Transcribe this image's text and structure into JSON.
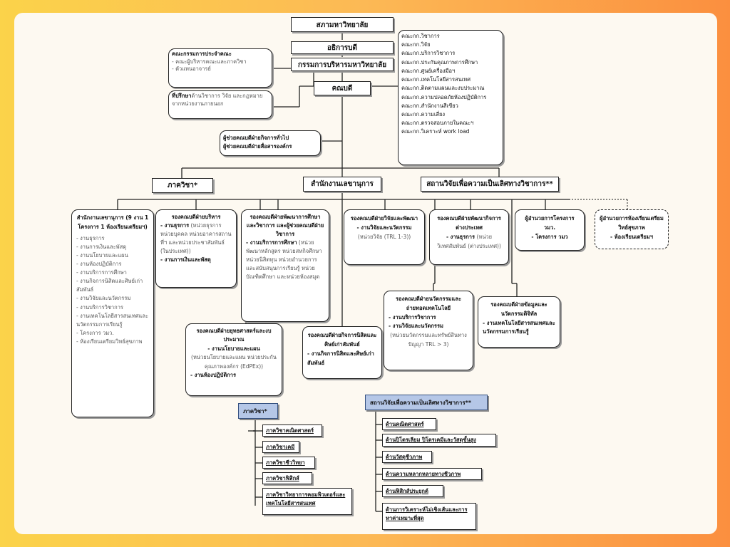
{
  "top": {
    "council": "สภามหาวิทยาลัย",
    "president": "อธิการบดี",
    "exec_board": "กรรมการบริหารมหาวิทยาลัย",
    "dean": "คณบดี"
  },
  "faculty_committee": {
    "title": "คณะกรรมการประจำคณะ",
    "items": [
      "- คณะผู้บริหารคณะและภาควิชา",
      "- ตัวแทนอาจารย์"
    ]
  },
  "advisors": {
    "title": "ที่ปรึกษา",
    "text": "ด้านวิชาการ วิจัย และกฎหมายจากหน่วยงานภายนอก"
  },
  "committees": [
    "คณะกก.วิชาการ",
    "คณะกก.วิจัย",
    "คณะกก.บริการวิชาการ",
    "คณะกก.ประกันคุณภาพการศึกษา",
    "คณะกก.ศูนย์เครื่องมือฯ",
    "คณะกก.เทคโนโลยีสารสนเทศ",
    "คณะกก.ติดตามแผนและงบประมาณ",
    "คณะกก.ความปลอดภัยห้องปฏิบัติการ",
    "คณะกก.สำนักงานสีเขียว",
    "คณะกก.ความเสี่ยง",
    "คณะกก.ตรวจสอบภายในคณะฯ",
    "คณะกก.วิเคราะห์ work load"
  ],
  "assistants": [
    "ผู้ช่วยคณบดีฝ่ายกิจการทั่วไป",
    "ผู้ช่วยคณบดีฝ่ายสื่อสารองค์กร"
  ],
  "level2": {
    "departments": "ภาควิชา*",
    "secretariat": "สำนักงานเลขานุการ",
    "institute": "สถานวิจัยเพื่อความเป็นเลิศทางวิชาการ**"
  },
  "office": {
    "title": "สำนักงานเลขานุการ (9 งาน 1 โครงการ 1 ห้องเรียนเตรียมฯ)",
    "items": [
      "- งานธุรการ",
      "- งานการเงินและพัสดุ",
      "- งานนโยบายและแผน",
      "- งานห้องปฏิบัติการ",
      "- งานบริการการศึกษา",
      "- งานกิจการนิสิตและศิษย์เก่าสัมพันธ์",
      "- งานวิจัยและนวัตกรรม",
      "- งานบริการวิชาการ",
      "- งานเทคโนโลยีสารสนเทศและนวัตกรรมการเรียนรู้",
      "- โครงการ วมว.",
      "- ห้องเรียนเตรียมวิทย์สุขภาพ"
    ]
  },
  "admin_deputy": {
    "title": "รองคณบดีฝ่ายบริหาร",
    "l1b": "- งานธุรการ",
    "l1g": " (หน่วยธุรการ หน่วยบุคคล หน่วยอาคารสถานที่ฯ และหน่วยประชาสัมพันธ์ (ในประเทศ))",
    "l2b": "- งานการเงินและพัสดุ"
  },
  "academic_deputy": {
    "title": "รองคณบดีฝ่ายพัฒนาการศึกษาและวิชาการ และผู้ช่วยคณบดีฝ่ายวิชาการ",
    "l1b": "- งานบริการการศึกษา",
    "l1g": " (หน่วยพัฒนาหลักสูตร หน่วยสหกิจศึกษา หน่วยนิสิตทุน หน่วยอำนวยการและสนับสนุนการเรียนรู้ หน่วยบัณฑิตศึกษา และหน่วยห้องสมุด"
  },
  "research_deputy": {
    "title": "รองคณบดีฝ่ายวิจัยและพัฒนา",
    "l1b": "- งานวิจัยและนวัตกรรม",
    "l1g": " (หน่วยวิจัย (TRL 1-3))"
  },
  "intl_deputy": {
    "title": "รองคณบดีฝ่ายพัฒนากิจการต่างประเทศ",
    "l1b": "- งานธุรการ",
    "l1g": " (หน่วยวิเทศสัมพันธ์ (ต่างประเทศ))"
  },
  "project_director": {
    "title": "ผู้อำนวยการโครงการ วมว.",
    "l1": "- โครงการ วมว"
  },
  "classroom_director": {
    "title": "ผู้อำนวยการห้องเรียนเตรียมวิทย์สุขภาพ",
    "l1": "- ห้องเรียนเตรียมฯ"
  },
  "strategy_deputy": {
    "title": "รองคณบดีฝ่ายยุทธศาสตร์และงบประมาณ",
    "l1b": "- งานนโยบายและแผน",
    "l1g": "(หน่วยนโยบายและแผน หน่วยประกันคุณภาพองค์กร (EdPEx))",
    "l2b": "- งานห้องปฏิบัติการ"
  },
  "student_deputy": {
    "title": "รองคณบดีฝ่ายกิจการนิสิตและศิษย์เก่าสัมพันธ์",
    "l1b": "- งานกิจการนิสิตและศิษย์เก่าสัมพันธ์"
  },
  "innovation_deputy": {
    "title": "รองคณบดีฝ่ายนวัตกรรมและถ่ายทอดเทคโนโลยี",
    "l1b": "- งานบริการวิชาการ",
    "l2b": "- งานวิจัยและนวัตกรรม",
    "l2g": "(หน่วยนวัตกรรมและทรัพย์สินทางปัญญา TRL > 3)"
  },
  "digital_deputy": {
    "title": "รองคณบดีฝ่ายข้อมูลและนวัตกรรมดิจิทัล",
    "l1b": "- งานเทคโนโลยีสารสนเทศและนวัตกรรมการเรียนรู้"
  },
  "departments_list": {
    "header": "ภาควิชา*",
    "items": [
      "ภาควิชาคณิตศาสตร์",
      "ภาควิชาเคมี",
      "ภาควิชาชีววิทยา",
      "ภาควิชาฟิสิกส์",
      "ภาควิชาวิทยาการคอมพิวเตอร์และเทคโนโลยีสารสนเทศ"
    ]
  },
  "institute_list": {
    "header": "สถานวิจัยเพื่อความเป็นเลิศทางวิชาการ**",
    "items": [
      "ด้านคณิตศาสตร์",
      "ด้านปิโตรเลียม ปิโตรเคมีและวัสดุขั้นสูง",
      "ด้านวัสดุชีวภาพ",
      "ด้านความหลากหลายทางชีวภาพ",
      "ด้านฟิสิกส์ประยุกต์",
      "ด้านการวิเคราะห์ไม่เชิงเส้นและการหาค่าเหมาะที่สุด"
    ]
  }
}
